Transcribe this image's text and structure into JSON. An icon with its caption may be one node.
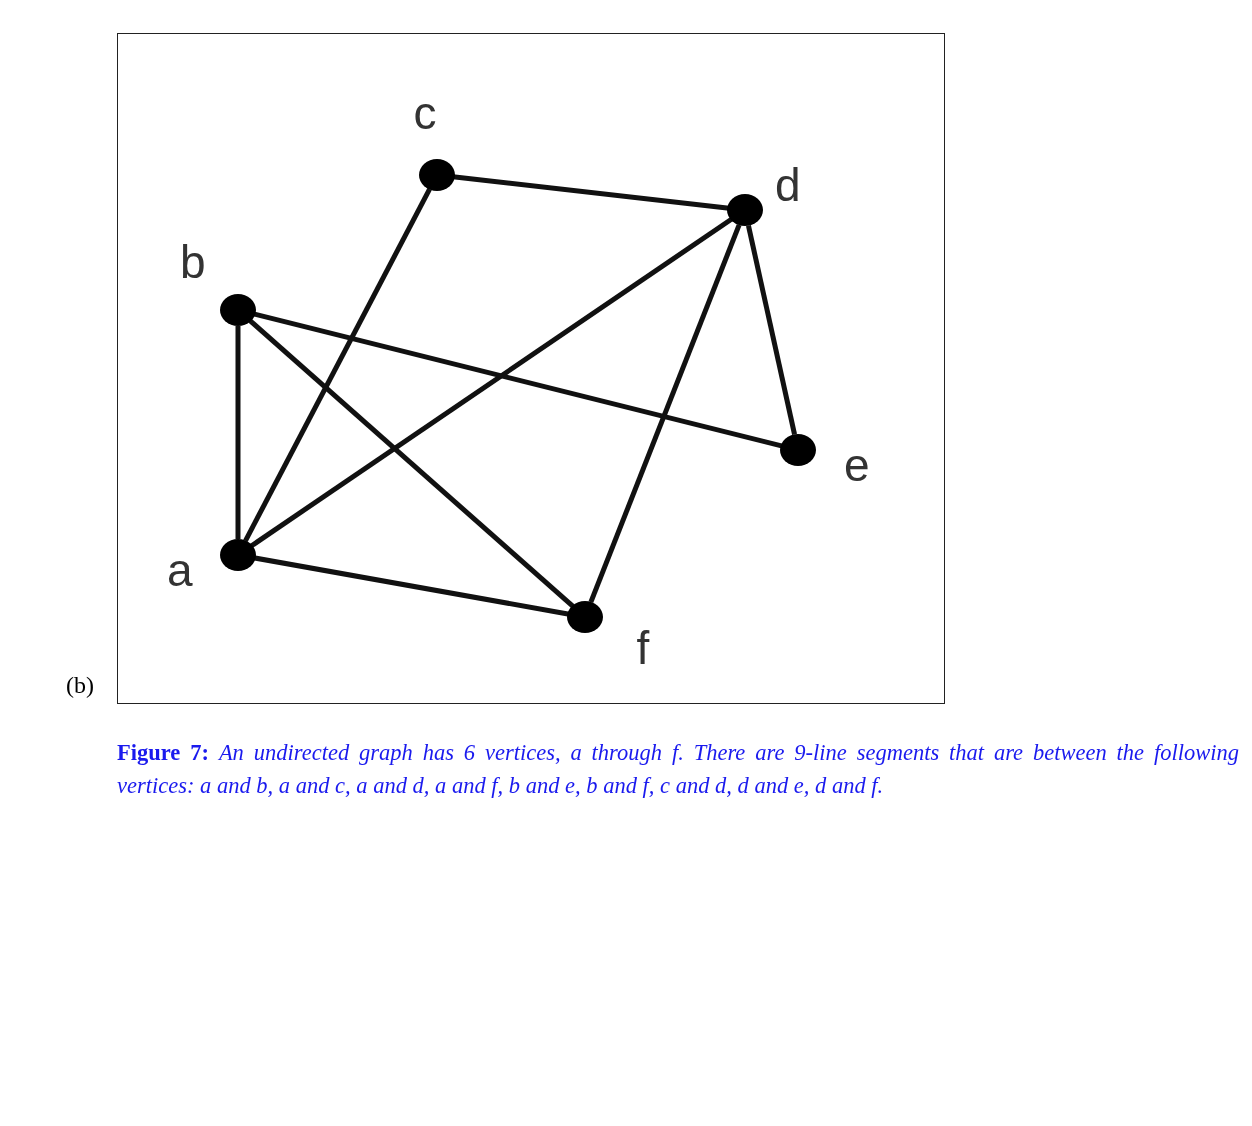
{
  "diagram": {
    "caption": "**Figure 7:** *An undirected graph has 6 vertices, a through f. There are 9-line segments that are between the following vertices: a and b, a and c, a and d, a and f, b and e, b and f, c and d, d and e, d and f.*",
    "nodes": [
      {
        "text": [],
        "shape": "circle",
        "beside": [
          "c"
        ]
      },
      {
        "text": [],
        "shape": "circle",
        "beside": [
          "d"
        ]
      },
      {
        "text": [],
        "shape": "circle",
        "beside": [
          "b"
        ]
      },
      {
        "text": [],
        "shape": "circle",
        "beside": [
          "e"
        ]
      },
      {
        "text": [],
        "shape": "circle",
        "beside": [
          "a"
        ]
      },
      {
        "text": [],
        "shape": "circle",
        "beside": [
          "f"
        ]
      }
    ],
    "edges": [
      {
        "from": 4,
        "to": 2,
        "arrow": "none"
      },
      {
        "from": 4,
        "to": 0,
        "arrow": "none"
      },
      {
        "from": 4,
        "to": 1,
        "arrow": "none"
      },
      {
        "from": 4,
        "to": 5,
        "arrow": "none"
      },
      {
        "from": 2,
        "to": 3,
        "arrow": "none"
      },
      {
        "from": 2,
        "to": 5,
        "arrow": "none"
      },
      {
        "from": 0,
        "to": 1,
        "arrow": "none"
      },
      {
        "from": 1,
        "to": 3,
        "arrow": "none"
      },
      {
        "from": 1,
        "to": 5,
        "arrow": "none"
      }
    ],
    "labels": [
      "(b)"
    ]
  }
}
